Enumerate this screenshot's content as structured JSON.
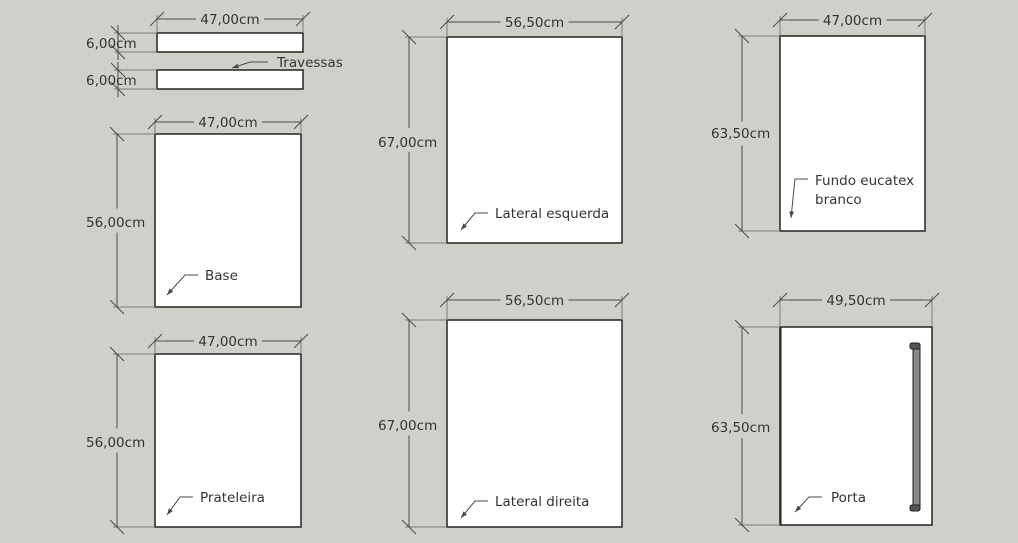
{
  "panels": [
    {
      "id": "travessa-1",
      "width_label": "47,00cm",
      "height_label": "6,00cm",
      "note": [
        "Travessas"
      ]
    },
    {
      "id": "travessa-2",
      "width_label": "",
      "height_label": "6,00cm",
      "note": []
    },
    {
      "id": "base",
      "width_label": "47,00cm",
      "height_label": "56,00cm",
      "note": [
        "Base"
      ]
    },
    {
      "id": "prateleira",
      "width_label": "47,00cm",
      "height_label": "56,00cm",
      "note": [
        "Prateleira"
      ]
    },
    {
      "id": "lateral-esquerda",
      "width_label": "56,50cm",
      "height_label": "67,00cm",
      "note": [
        "Lateral esquerda"
      ]
    },
    {
      "id": "lateral-direita",
      "width_label": "56,50cm",
      "height_label": "67,00cm",
      "note": [
        "Lateral direita"
      ]
    },
    {
      "id": "fundo",
      "width_label": "47,00cm",
      "height_label": "63,50cm",
      "note": [
        "Fundo eucatex",
        "branco"
      ]
    },
    {
      "id": "porta",
      "width_label": "49,50cm",
      "height_label": "63,50cm",
      "note": [
        "Porta"
      ],
      "handle": true
    }
  ]
}
